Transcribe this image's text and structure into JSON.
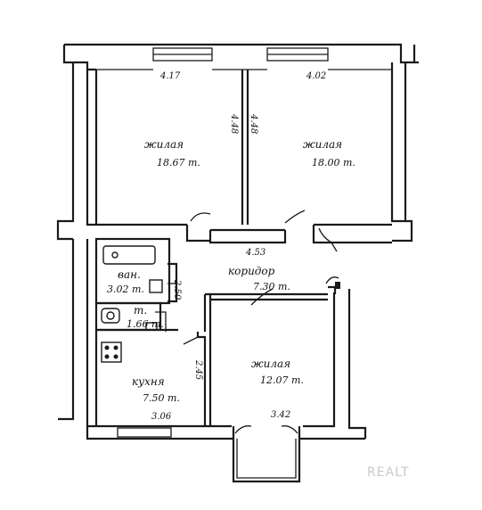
{
  "dimensions": {
    "top_left_width": "4.17",
    "top_right_width": "4.02",
    "left_room_depth": "4.48",
    "right_room_depth": "4.48",
    "corridor_width": "4.53",
    "bath_depth": "2.50",
    "kitchen_depth": "2.45",
    "kitchen_width": "3.06",
    "bottom_room_width": "3.42"
  },
  "rooms": {
    "living_left": {
      "name": "жилая",
      "area": "18.67 m."
    },
    "living_right": {
      "name": "жилая",
      "area": "18.00 m."
    },
    "bath": {
      "name": "ван.",
      "area": "3.02 m."
    },
    "toilet": {
      "name": "т.",
      "area": "1.66 m."
    },
    "corridor": {
      "name": "коридор",
      "area": "7.30 m."
    },
    "kitchen": {
      "name": "кухня",
      "area": "7.50 m."
    },
    "living_bottom": {
      "name": "жилая",
      "area": "12.07 m."
    }
  },
  "watermark": "REALT"
}
